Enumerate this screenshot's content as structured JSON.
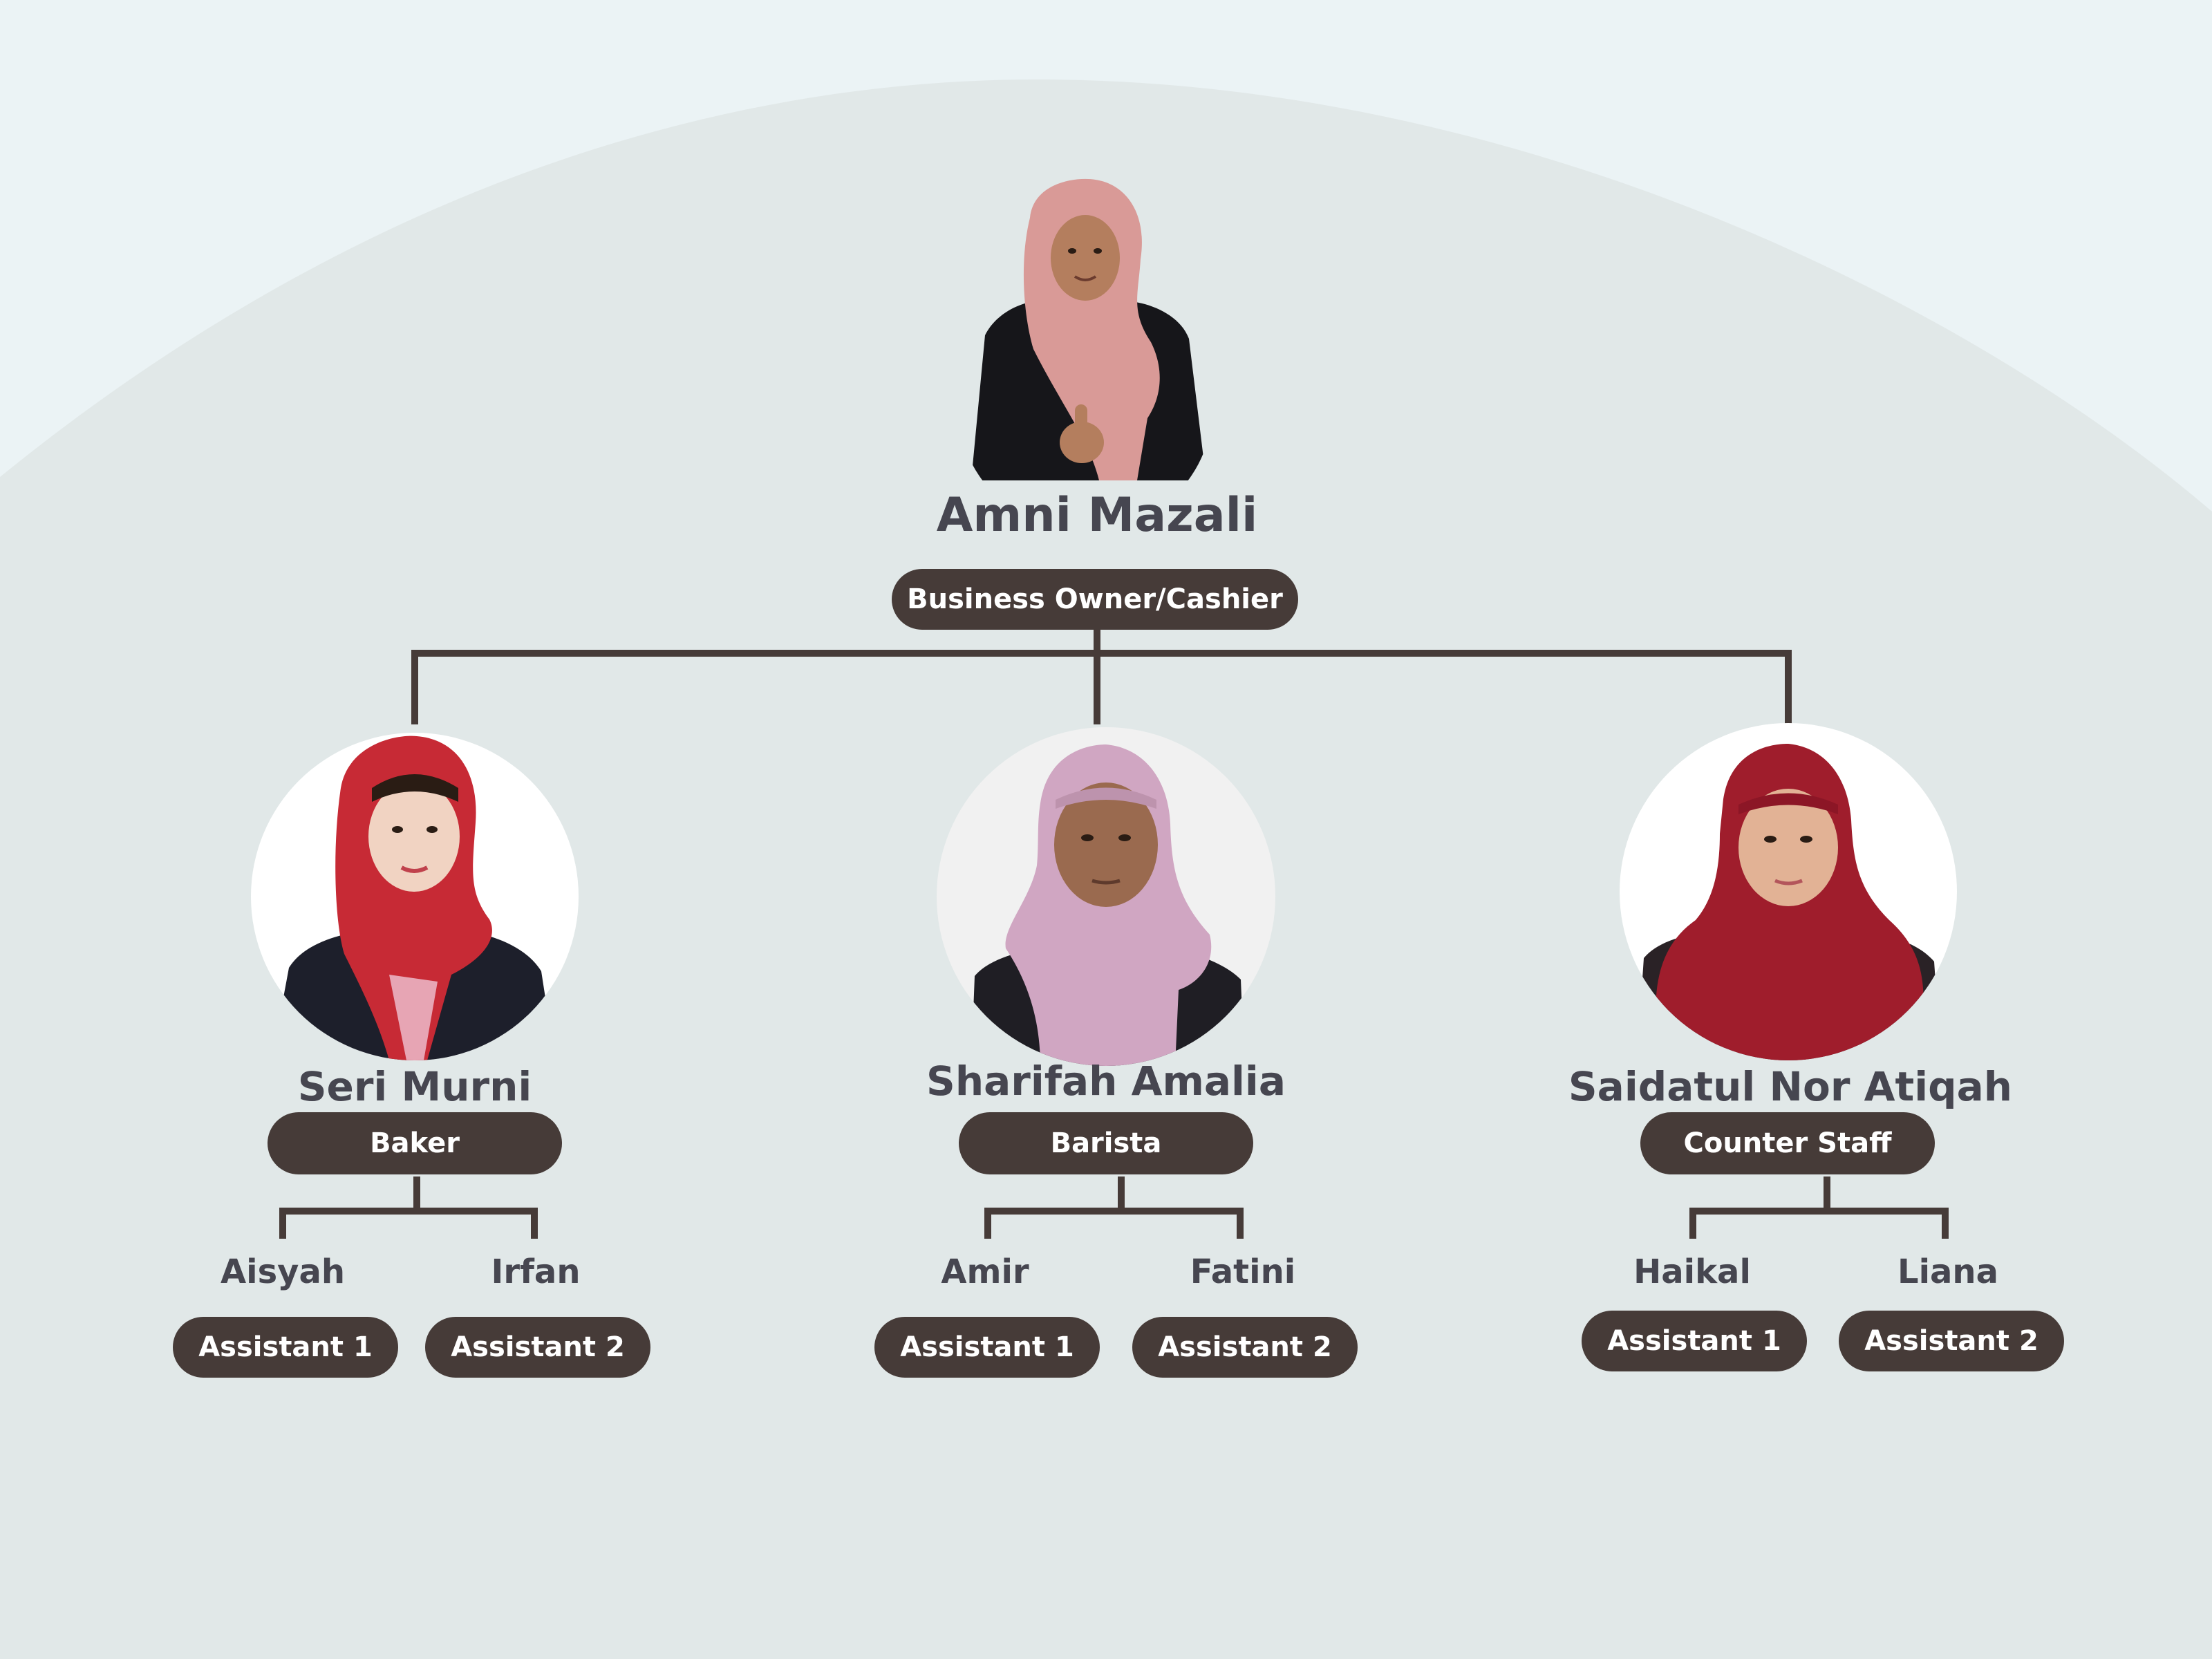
{
  "colors": {
    "background_outer": "#ebf3f5",
    "background_arc": "#e1e8e8",
    "pill_fill": "#463b38",
    "pill_text": "#ffffff",
    "name_text": "#464650",
    "connector": "#463b38"
  },
  "owner": {
    "name": "Amni Mazali",
    "role": "Business Owner/Cashier",
    "photo": "portrait-pink-hijab-black-blazer-thumbs-up"
  },
  "staff": [
    {
      "name": "Seri Murni",
      "role": "Baker",
      "photo": "portrait-red-hijab-black-blazer",
      "assistants": [
        {
          "name": "Aisyah",
          "role": "Assistant 1"
        },
        {
          "name": "Irfan",
          "role": "Assistant 2"
        }
      ]
    },
    {
      "name": "Sharifah Amalia",
      "role": "Barista",
      "photo": "portrait-lilac-hijab",
      "assistants": [
        {
          "name": "Amir",
          "role": "Assistant 1"
        },
        {
          "name": "Fatini",
          "role": "Assistant 2"
        }
      ]
    },
    {
      "name": "Saidatul Nor Atiqah",
      "role": "Counter Staff",
      "photo": "portrait-maroon-hijab",
      "assistants": [
        {
          "name": "Haikal",
          "role": "Assistant 1"
        },
        {
          "name": "Liana",
          "role": "Assistant 2"
        }
      ]
    }
  ]
}
